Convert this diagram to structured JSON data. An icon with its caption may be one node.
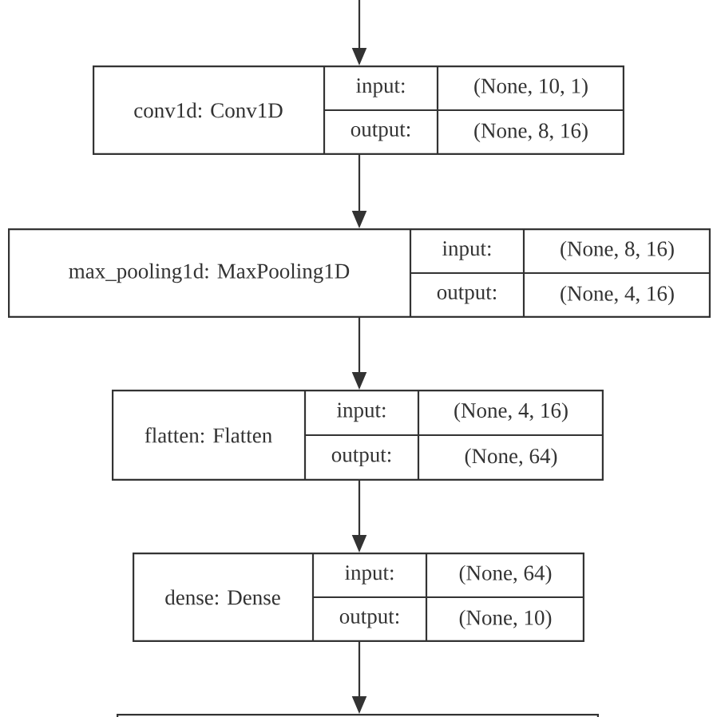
{
  "diagram": {
    "nodes": [
      {
        "text": [
          "conv1d: Conv1D",
          "input:",
          "(None, 10, 1)",
          "output:",
          "(None, 8, 16)"
        ]
      },
      {
        "text": [
          "max_pooling1d: MaxPooling1D",
          "input:",
          "(None, 8, 16)",
          "output:",
          "(None, 4, 16)"
        ]
      },
      {
        "text": [
          "flatten: Flatten",
          "input:",
          "(None, 4, 16)",
          "output:",
          "(None, 64)"
        ]
      },
      {
        "text": [
          "dense: Dense",
          "input:",
          "(None, 64)",
          "output:",
          "(None, 10)"
        ]
      },
      {
        "text": [],
        "shape": "box"
      }
    ],
    "edges": [
      {
        "from": null,
        "to": 0,
        "arrow": "to"
      },
      {
        "from": 0,
        "to": 1,
        "arrow": "to"
      },
      {
        "from": 1,
        "to": 2,
        "arrow": "to"
      },
      {
        "from": 2,
        "to": 3,
        "arrow": "to"
      },
      {
        "from": 3,
        "to": 4,
        "arrow": "to"
      }
    ]
  }
}
